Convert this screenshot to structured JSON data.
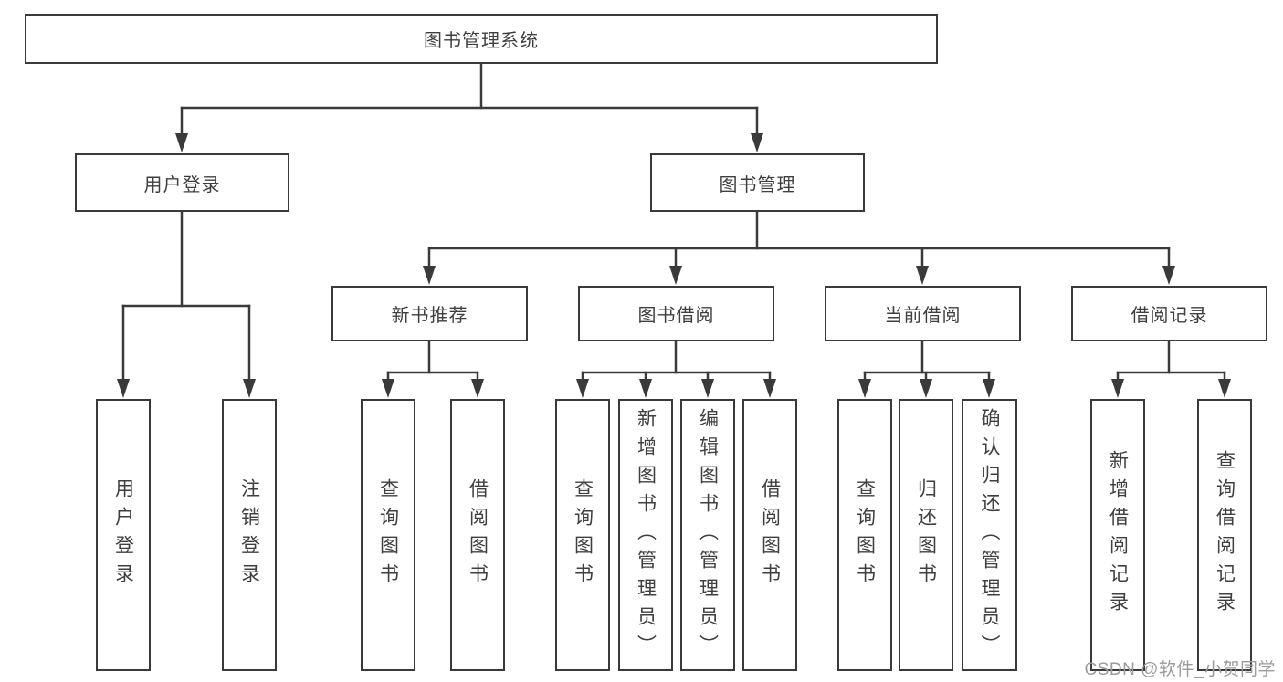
{
  "tree": {
    "label": "图书管理系统",
    "children": [
      {
        "label": "用户登录",
        "children": [
          {
            "label": "用户登录"
          },
          {
            "label": "注销登录"
          }
        ]
      },
      {
        "label": "图书管理",
        "children": [
          {
            "label": "新书推荐",
            "children": [
              {
                "label": "查询图书"
              },
              {
                "label": "借阅图书"
              }
            ]
          },
          {
            "label": "图书借阅",
            "children": [
              {
                "label": "查询图书"
              },
              {
                "label": "新增图书（管理员）"
              },
              {
                "label": "编辑图书（管理员）"
              },
              {
                "label": "借阅图书"
              }
            ]
          },
          {
            "label": "当前借阅",
            "children": [
              {
                "label": "查询图书"
              },
              {
                "label": "归还图书"
              },
              {
                "label": "确认归还（管理员）"
              }
            ]
          },
          {
            "label": "借阅记录",
            "children": [
              {
                "label": "新增借阅记录"
              },
              {
                "label": "查询借阅记录"
              }
            ]
          }
        ]
      }
    ]
  },
  "watermark": {
    "text": "CSDN @软件_小贺同学"
  },
  "colors": {
    "line": "#3a3a3a",
    "text": "#3f3f3f",
    "box_background": "#ffffff",
    "watermark": "#9b9b9b"
  }
}
